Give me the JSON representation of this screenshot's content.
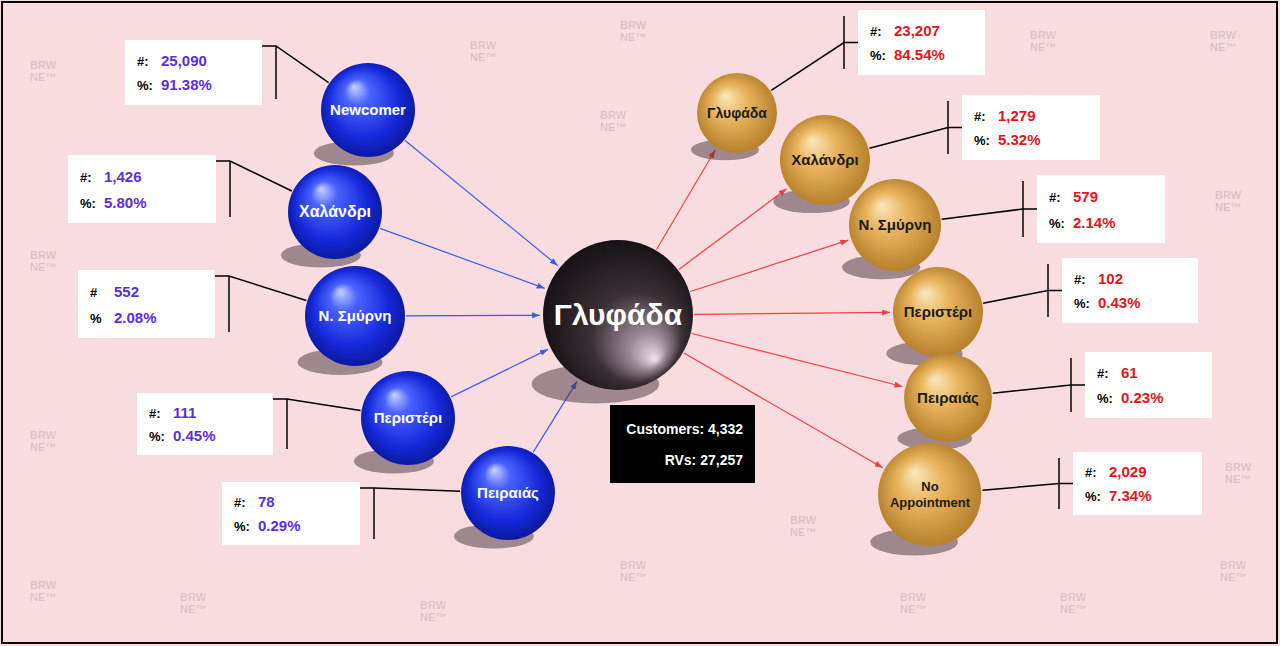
{
  "diagram": {
    "nodes": [
      {
        "text": [
          "#:",
          "25,090",
          "%:",
          "91.38%"
        ]
      },
      {
        "text": [
          "Newcomer"
        ]
      },
      {
        "text": [
          "#:",
          "1,426",
          "%:",
          "5.80%"
        ]
      },
      {
        "text": [
          "Χαλάνδρι"
        ]
      },
      {
        "text": [
          "#",
          "552",
          "%",
          "2.08%"
        ]
      },
      {
        "text": [
          "Ν. Σμύρνη"
        ]
      },
      {
        "text": [
          "#:",
          "111",
          "%:",
          "0.45%"
        ]
      },
      {
        "text": [
          "Περιστέρι"
        ]
      },
      {
        "text": [
          "#:",
          "78",
          "%:",
          "0.29%"
        ]
      },
      {
        "text": [
          "Πειραιάς"
        ]
      },
      {
        "text": [
          "Γλυφάδα"
        ]
      },
      {
        "text": [
          "Customers: 4,332",
          "RVs: 27,257"
        ]
      },
      {
        "text": [
          "Γλυφάδα"
        ]
      },
      {
        "text": [
          "#:",
          "23,207",
          "%:",
          "84.54%"
        ]
      },
      {
        "text": [
          "Χαλάνδρι"
        ]
      },
      {
        "text": [
          "#:",
          "1,279",
          "%:",
          "5.32%"
        ]
      },
      {
        "text": [
          "Ν. Σμύρνη"
        ]
      },
      {
        "text": [
          "#:",
          "579",
          "%:",
          "2.14%"
        ]
      },
      {
        "text": [
          "Περιστέρι"
        ]
      },
      {
        "text": [
          "#:",
          "102",
          "%:",
          "0.43%"
        ]
      },
      {
        "text": [
          "Πειραιάς"
        ]
      },
      {
        "text": [
          "#:",
          "61",
          "%:",
          "0.23%"
        ]
      },
      {
        "text": [
          "No Appointment"
        ]
      },
      {
        "text": [
          "#:",
          "2,029",
          "%:",
          "7.34%"
        ]
      }
    ],
    "edges": [
      {
        "from": 0,
        "to": 1,
        "arrow": "none"
      },
      {
        "from": 2,
        "to": 3,
        "arrow": "none"
      },
      {
        "from": 4,
        "to": 5,
        "arrow": "none"
      },
      {
        "from": 6,
        "to": 7,
        "arrow": "none"
      },
      {
        "from": 8,
        "to": 9,
        "arrow": "none"
      },
      {
        "from": 1,
        "to": 10,
        "arrow": "to"
      },
      {
        "from": 3,
        "to": 10,
        "arrow": "to"
      },
      {
        "from": 5,
        "to": 10,
        "arrow": "to"
      },
      {
        "from": 7,
        "to": 10,
        "arrow": "to"
      },
      {
        "from": 9,
        "to": 10,
        "arrow": "to"
      },
      {
        "from": 10,
        "to": 12,
        "arrow": "to"
      },
      {
        "from": 10,
        "to": 14,
        "arrow": "to"
      },
      {
        "from": 10,
        "to": 16,
        "arrow": "to"
      },
      {
        "from": 10,
        "to": 18,
        "arrow": "to"
      },
      {
        "from": 10,
        "to": 20,
        "arrow": "to"
      },
      {
        "from": 10,
        "to": 22,
        "arrow": "to"
      },
      {
        "from": 12,
        "to": 13,
        "arrow": "none"
      },
      {
        "from": 14,
        "to": 15,
        "arrow": "none"
      },
      {
        "from": 16,
        "to": 17,
        "arrow": "none"
      },
      {
        "from": 18,
        "to": 19,
        "arrow": "none"
      },
      {
        "from": 20,
        "to": 21,
        "arrow": "none"
      },
      {
        "from": 22,
        "to": 23,
        "arrow": "none"
      }
    ],
    "labels": [
      "BRW NE™",
      "BRW NE™",
      "BRW NE™",
      "BRW NE™",
      "BRW NE™",
      "BRW NE™",
      "BRW NE™",
      "BRW NE™",
      "BRW NE™",
      "BRW NE™",
      "BRW NE™",
      "BRW NE™",
      "BRW NE™",
      "BRW NE™",
      "BRW NE™",
      "BRW NE™",
      "BRW NE™",
      "BRW NE™"
    ]
  }
}
